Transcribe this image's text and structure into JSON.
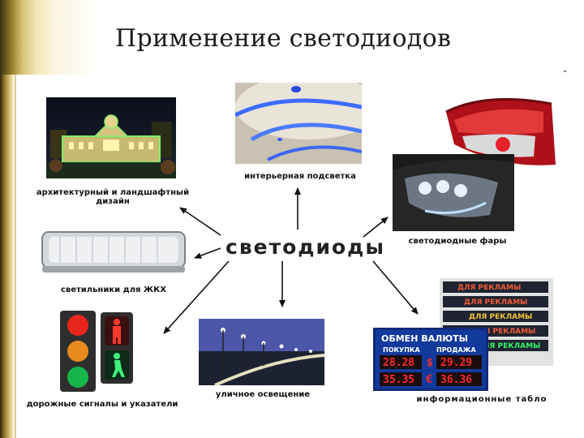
{
  "slide": {
    "title": "Применение светодиодов",
    "dash": "-"
  },
  "diagram": {
    "center": "светодиоды",
    "labels": {
      "architecture": "архитектурный и ландшафтный",
      "architecture_2": "дизайн",
      "interior": "интерьерная подсветка",
      "headlights": "светодиодные фары",
      "lamps": "светильники для ЖКХ",
      "traffic": "дорожные сигналы и указатели",
      "street": "уличное освещение",
      "boards": "информационные табло"
    },
    "exchange_board": {
      "header": "ОБМЕН ВАЛЮТЫ",
      "buy": "ПОКУПКА",
      "sell": "ПРОДАЖА",
      "usd_buy": "28.28",
      "usd_sign": "$",
      "usd_sell": "29.29",
      "eur_buy": "35.35",
      "eur_sign": "€",
      "eur_sell": "36.36"
    },
    "ticker_text": "ДЛЯ РЕКЛАМЫ"
  }
}
